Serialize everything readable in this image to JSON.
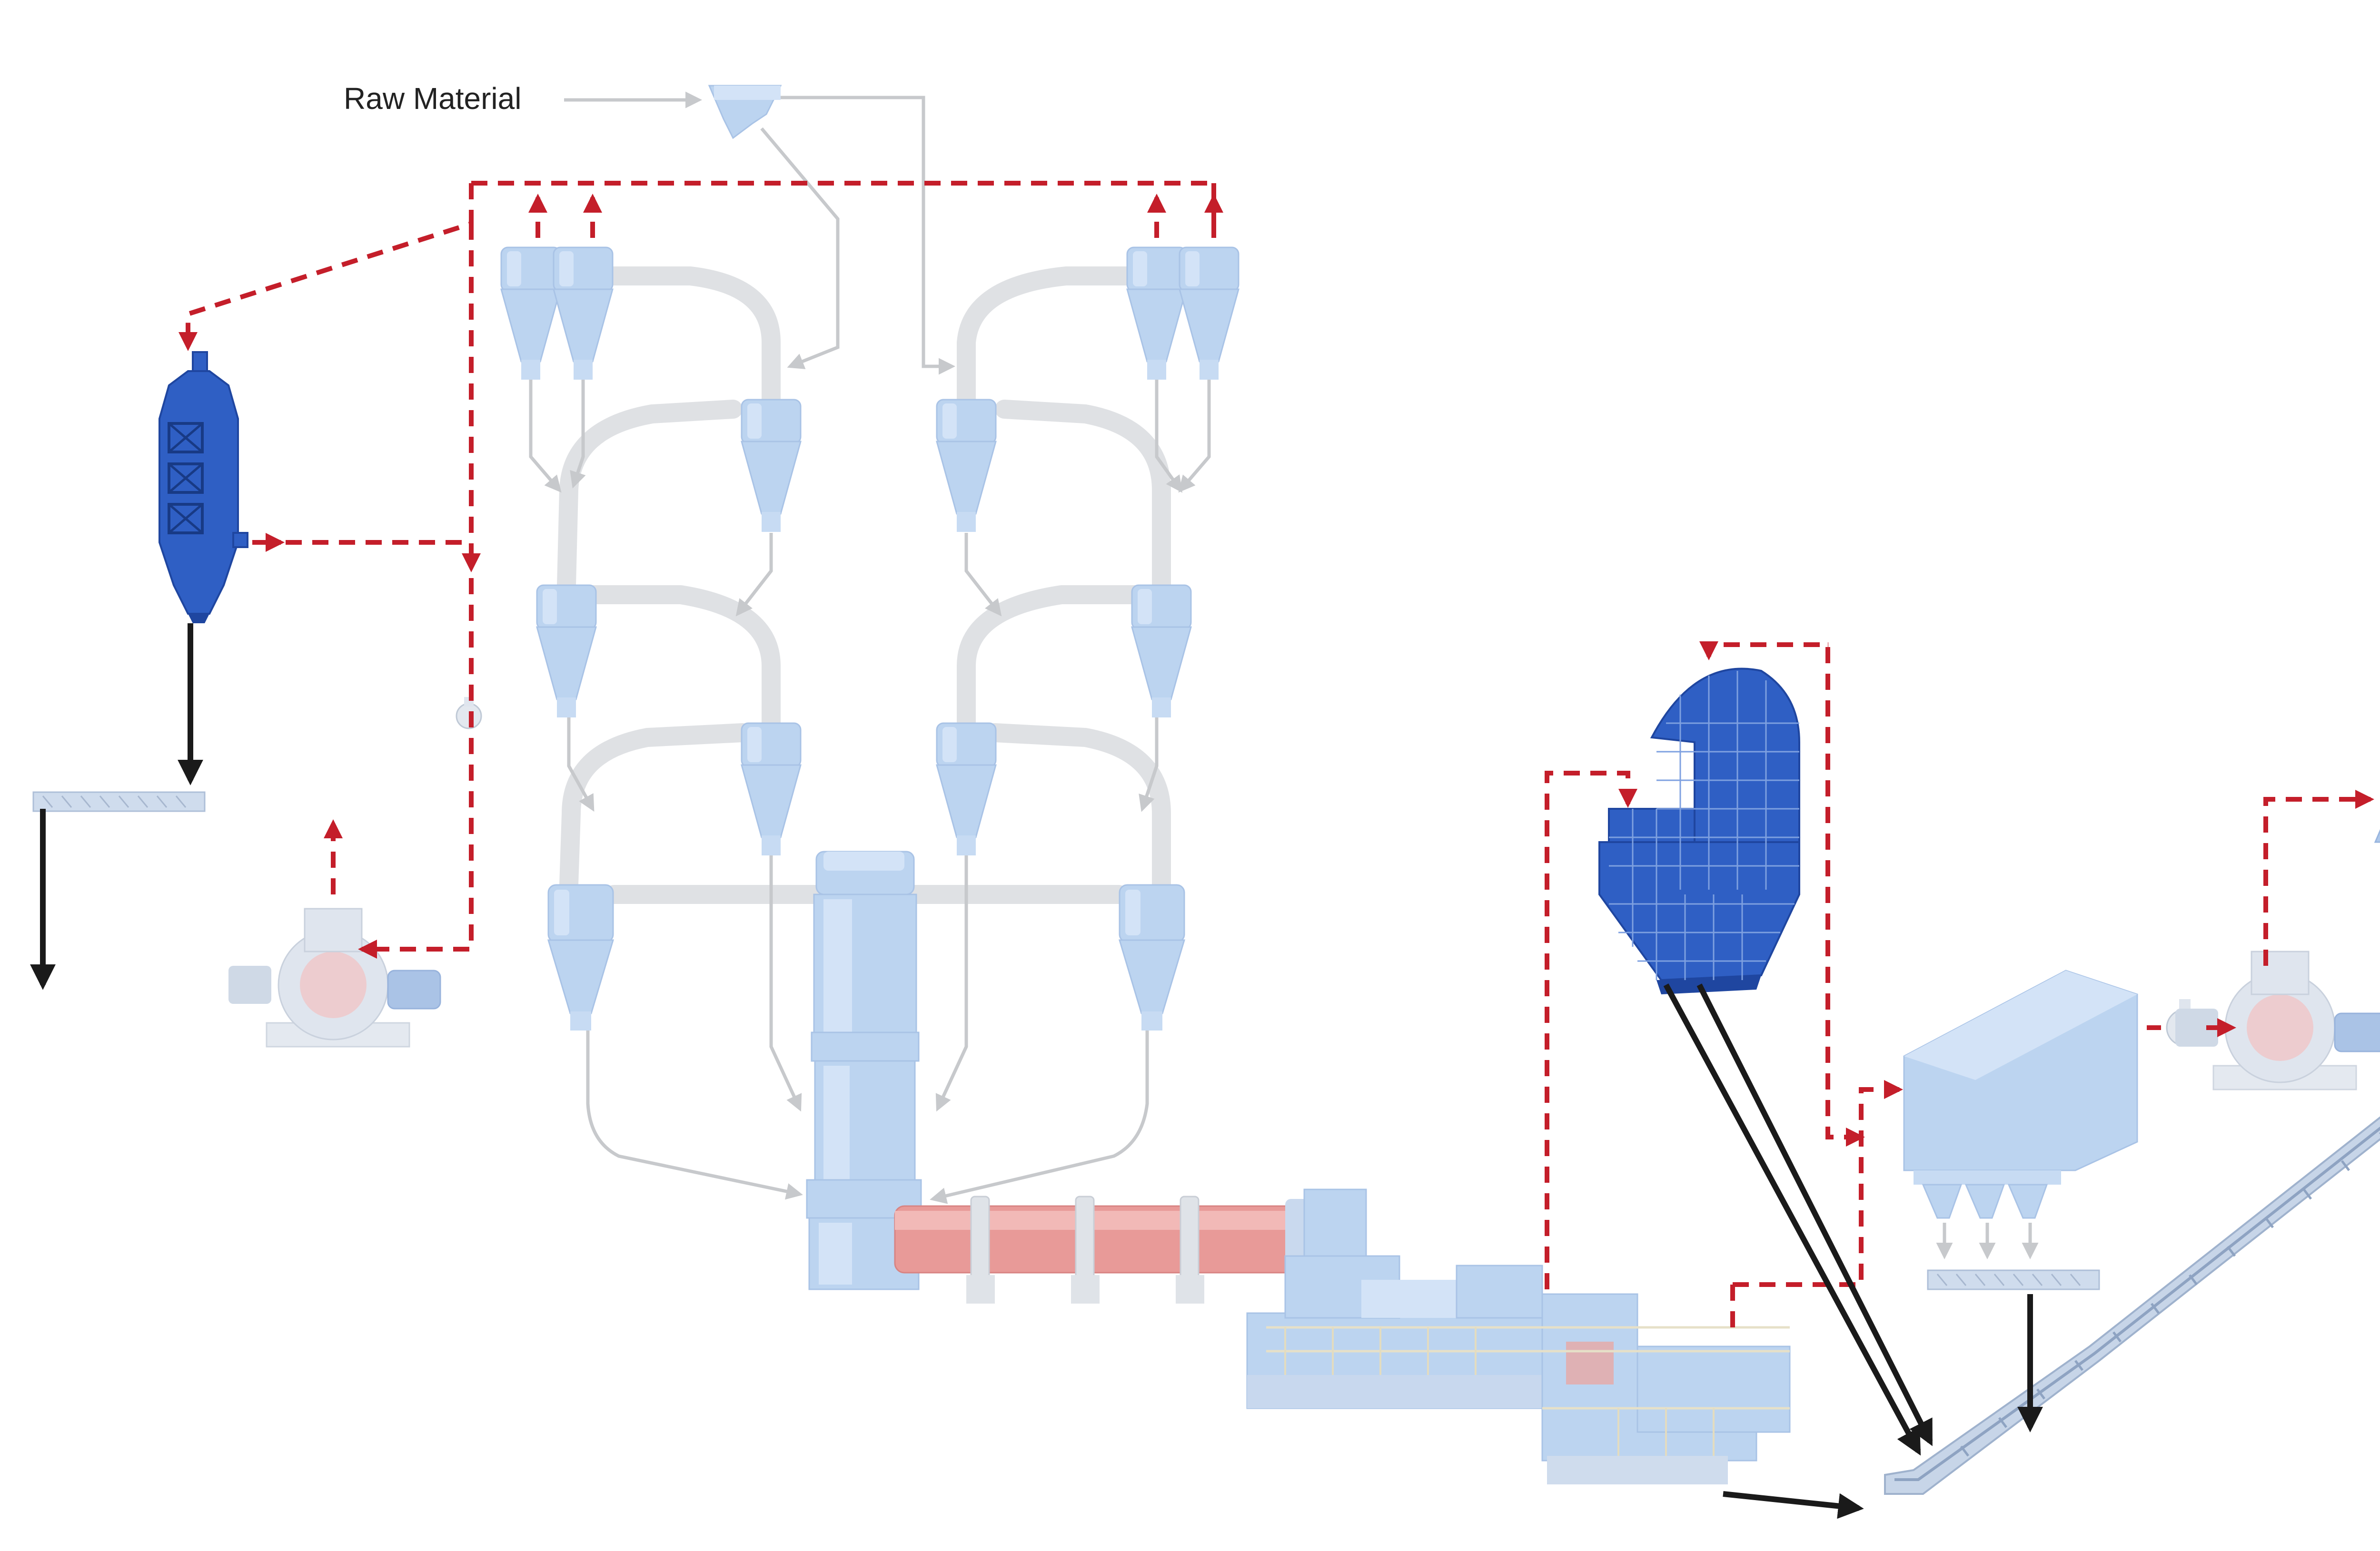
{
  "labels": {
    "raw_material": "Raw Material"
  },
  "colors": {
    "hot_gas_flow": "#c41e2a",
    "material_flow": "#c7c9cc",
    "solid_discharge": "#1a1a1a",
    "equipment_faded": "#bcd4f0",
    "equipment_highlighted": "#2f5fc4",
    "kiln_shell": "#e89a98"
  },
  "equipment": [
    {
      "name": "feed-hopper",
      "icon": "hopper-icon"
    },
    {
      "name": "cyclone-preheater-towers",
      "icon": "cyclone-icon"
    },
    {
      "name": "calciner",
      "icon": "calciner-icon"
    },
    {
      "name": "rotary-kiln",
      "icon": "rotary-kiln-icon"
    },
    {
      "name": "grate-cooler",
      "icon": "cooler-icon"
    },
    {
      "name": "kiln-side-scrubber",
      "icon": "scrubber-icon",
      "highlighted": true
    },
    {
      "name": "cooler-side-heat-exchanger",
      "icon": "heat-exchanger-icon",
      "highlighted": true
    },
    {
      "name": "bag-filter",
      "icon": "bag-filter-icon"
    },
    {
      "name": "fans",
      "icon": "fan-icon"
    },
    {
      "name": "stack",
      "icon": "chimney-icon"
    },
    {
      "name": "screw-conveyors",
      "icon": "screw-conveyor-icon"
    },
    {
      "name": "pan-conveyor",
      "icon": "pan-conveyor-icon"
    }
  ]
}
